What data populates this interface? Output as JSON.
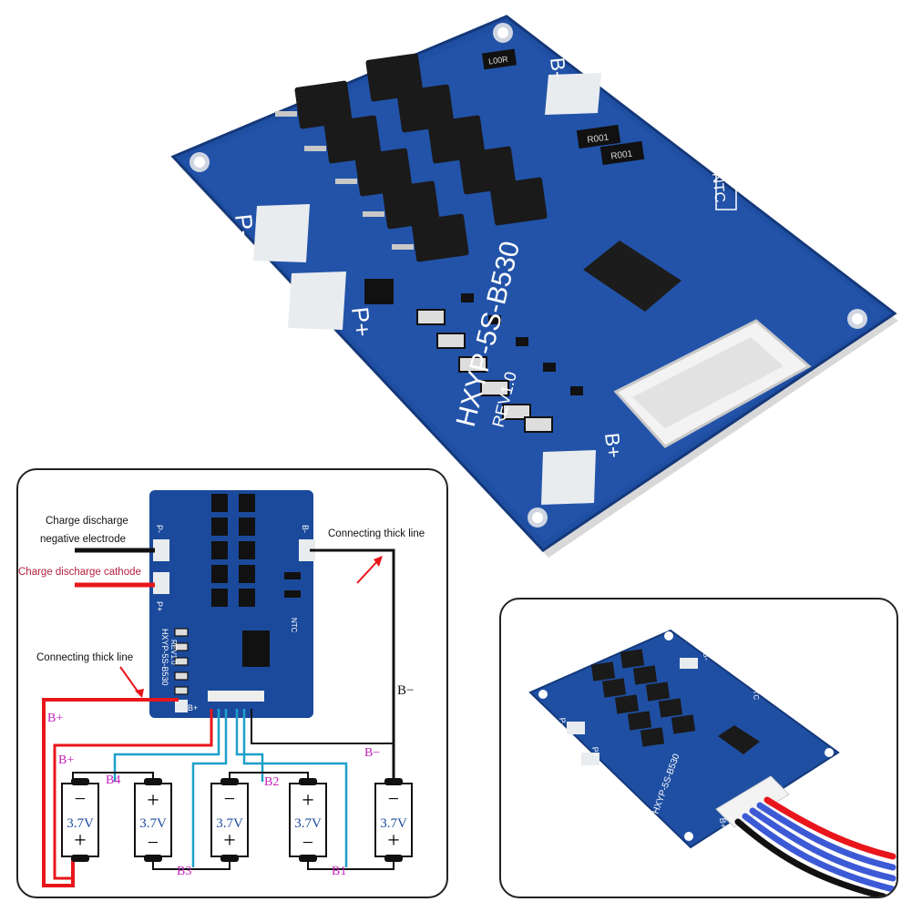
{
  "main_board": {
    "model": "HXYP-5S-B530",
    "revision": "REV1.0",
    "pad_labels": {
      "p_minus": "P-",
      "p_plus": "P+",
      "b_minus": "B-",
      "b_plus": "B+"
    },
    "ntc_label": "NTC",
    "resistor_codes": [
      "R001",
      "R001",
      "L00R"
    ]
  },
  "wiring_diagram": {
    "labels": {
      "negative_line1": "Charge discharge",
      "negative_line2": "negative electrode",
      "cathode": "Charge discharge cathode",
      "connect_right": "Connecting thick line",
      "connect_left": "Connecting thick line"
    },
    "wire_labels": {
      "b_minus_wire": "B−",
      "b_plus_a": "B+",
      "b_plus_b": "B+",
      "b_minus_b": "B−"
    },
    "tap_labels": [
      "B4",
      "B3",
      "B2",
      "B1"
    ],
    "cells": [
      {
        "voltage": "3.7V"
      },
      {
        "voltage": "3.7V"
      },
      {
        "voltage": "3.7V"
      },
      {
        "voltage": "3.7V"
      },
      {
        "voltage": "3.7V"
      }
    ],
    "colors": {
      "red_wire": "#e8161b",
      "blue_wire": "#1ea0c9",
      "label_magenta": "#c21fb8",
      "board_blue": "#1b4a9c"
    }
  }
}
